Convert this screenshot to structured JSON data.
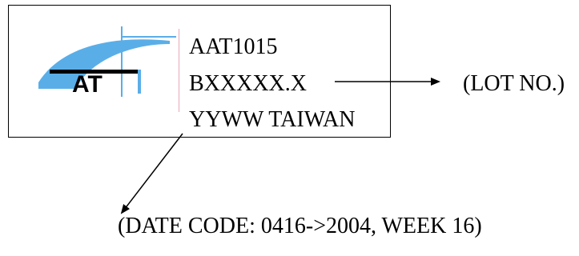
{
  "marking": {
    "line1": "AAT1015",
    "line2": "BXXXXX.X",
    "line3": "YYWW TAIWAN"
  },
  "logo": {
    "icon": "aat-logo-icon",
    "text": "AT"
  },
  "callouts": {
    "lot": "(LOT NO.)",
    "date_code": "(DATE CODE: 0416->2004, WEEK 16)"
  },
  "colors": {
    "logo_blue": "#5aaee8",
    "divider": "#e9a9b7",
    "ink": "#000000"
  }
}
